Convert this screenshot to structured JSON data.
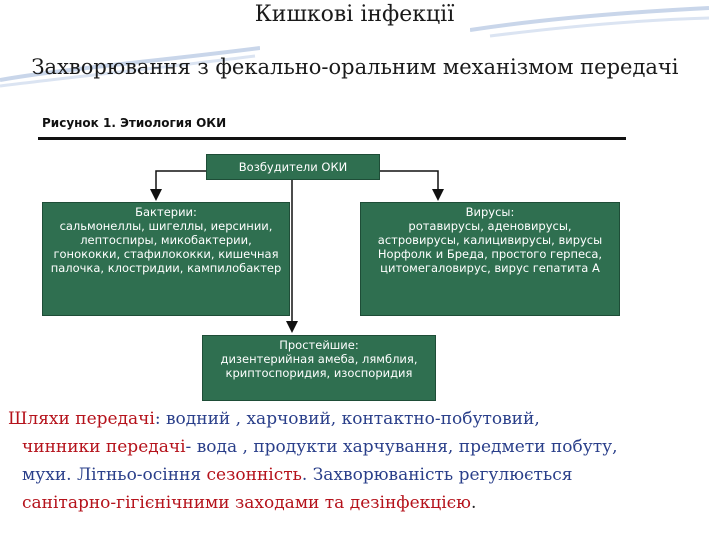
{
  "slide": {
    "title": "Кишкові інфекції",
    "subtitle": "Захворювання з фекально-оральним механізмом передачі"
  },
  "figure": {
    "caption": "Рисунок 1. Этиология ОКИ",
    "root": "Возбудители ОКИ",
    "bacteria": {
      "head": "Бактерии:",
      "body": "сальмонеллы, шигеллы, иерсинии, лептоспиры, микобактерии, гонококки, стафилококки, кишечная палочка, клостридии, кампилобактер"
    },
    "viruses": {
      "head": "Вирусы:",
      "body": "ротавирусы, аденовирусы, астровирусы, калицивирусы, вирусы Норфолк и Бреда, простого герпеса, цитомегаловирус, вирус гепатита А"
    },
    "protozoa": {
      "head": "Простейшие:",
      "body": "дизентерийная амеба, лямблия, криптоспоридия, изоспоридия"
    }
  },
  "text": {
    "paths_label": "Шляхи передачі",
    "paths_value": ": водний , харчовий, контактно-побутовий,",
    "factors_label": "чинники передачі",
    "factors_value": "- вода , продукти харчування, предмети побуту,",
    "line3_a": "мухи. Літньо-осіння ",
    "line3_red": "сезонність",
    "line3_b": ". Захворюваність регулюється",
    "line4_red": "санітарно-гігієнічними заходами та дезінфекцією",
    "line4_end": "."
  },
  "colors": {
    "box_fill": "#2f6f50",
    "accent_red": "#b5121b",
    "accent_blue": "#2a3f8a"
  }
}
